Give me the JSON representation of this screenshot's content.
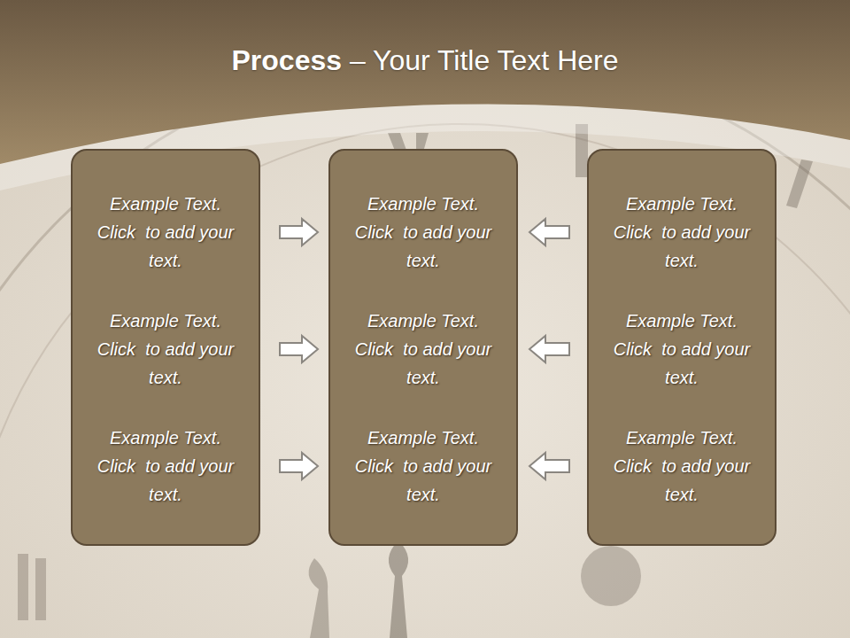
{
  "diagram": {
    "title": "Process – Your Title Text Here",
    "nodes": [
      {
        "text": [
          "Example Text. Click  to add your text.",
          "Example Text. Click  to add your text.",
          "Example Text. Click  to add your text."
        ]
      },
      {
        "text": [
          "Example Text. Click  to add your text.",
          "Example Text. Click  to add your text.",
          "Example Text. Click  to add your text."
        ]
      },
      {
        "text": [
          "Example Text. Click  to add your text.",
          "Example Text. Click  to add your text.",
          "Example Text. Click  to add your text."
        ]
      }
    ],
    "edges": [
      {
        "from": 0,
        "to": 1,
        "arrow": "to"
      },
      {
        "from": 0,
        "to": 1,
        "arrow": "to"
      },
      {
        "from": 0,
        "to": 1,
        "arrow": "to"
      },
      {
        "from": 2,
        "to": 1,
        "arrow": "to"
      },
      {
        "from": 2,
        "to": 1,
        "arrow": "to"
      },
      {
        "from": 2,
        "to": 1,
        "arrow": "to"
      }
    ]
  }
}
